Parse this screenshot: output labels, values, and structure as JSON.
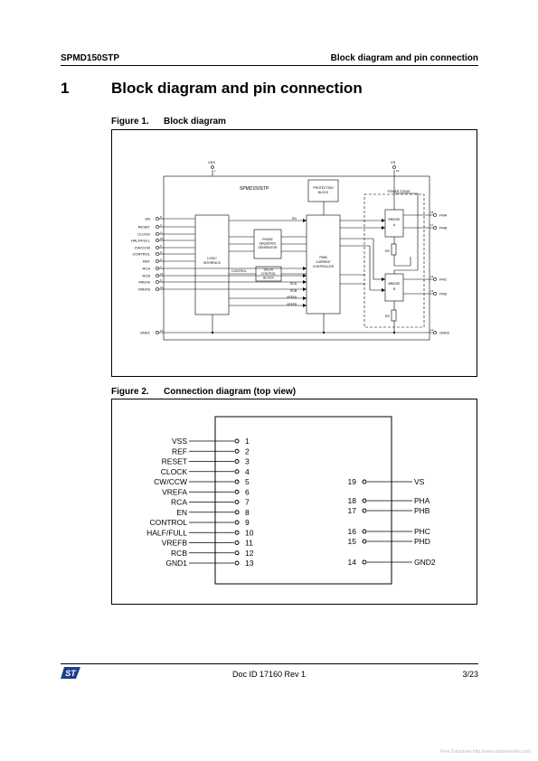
{
  "header": {
    "doc_name": "SPMD150STP",
    "section_title": "Block diagram and pin connection"
  },
  "section": {
    "number": "1",
    "title": "Block diagram and pin connection"
  },
  "figure1": {
    "number": "Figure 1.",
    "title": "Block diagram",
    "chip_label": "SPMD150STP",
    "vss_label": "VSS",
    "vss_pin": "1",
    "vs_label": "VS",
    "vs_pin": "19",
    "left_pins": [
      {
        "name": "EN",
        "num": "8"
      },
      {
        "name": "RESET",
        "num": "3"
      },
      {
        "name": "CLOCK",
        "num": "4"
      },
      {
        "name": "HALF/FULL",
        "num": "10"
      },
      {
        "name": "CW/CCW",
        "num": "5"
      },
      {
        "name": "CONTROL",
        "num": "9"
      },
      {
        "name": "REF",
        "num": "2"
      },
      {
        "name": "RCA",
        "num": "7"
      },
      {
        "name": "RCB",
        "num": "12"
      },
      {
        "name": "VREFA",
        "num": "6"
      },
      {
        "name": "VREFB",
        "num": "11"
      }
    ],
    "gnd1": {
      "name": "GND1",
      "num": "13"
    },
    "gnd2": {
      "name": "GND2",
      "num": "14"
    },
    "right_pins": [
      {
        "name": "PHA",
        "num": "18"
      },
      {
        "name": "PHB",
        "num": "17"
      },
      {
        "name": "PHC",
        "num": "16"
      },
      {
        "name": "PHD",
        "num": "15"
      }
    ],
    "blocks": {
      "logic": [
        "LOGIC",
        "INTERFACE"
      ],
      "phase": [
        "PHASE",
        "SEQUENCE",
        "GENERATOR"
      ],
      "delay": [
        "DELAY",
        "CONTROL",
        "BLOCK"
      ],
      "protection": [
        "PROTECTION",
        "BLOCK"
      ],
      "pwm": [
        "PWM",
        "CURRENT",
        "CONTROLLER"
      ],
      "power_stage": "POWER STAGE",
      "bridge_a": [
        "BRIDGE",
        "A"
      ],
      "bridge_b": [
        "BRIDGE",
        "B"
      ],
      "rs1": "RS",
      "rs2": "RS"
    },
    "signals": {
      "en": "EN",
      "control": "CONTROL",
      "rca": "RCA",
      "rcb": "RCB",
      "vrefa": "VREFA",
      "vrefb": "VREFB"
    }
  },
  "figure2": {
    "number": "Figure 2.",
    "title": "Connection diagram (top view)",
    "left_pins": [
      {
        "name": "VSS",
        "num": "1"
      },
      {
        "name": "REF",
        "num": "2"
      },
      {
        "name": "RESET",
        "num": "3"
      },
      {
        "name": "CLOCK",
        "num": "4"
      },
      {
        "name": "CW/CCW",
        "num": "5"
      },
      {
        "name": "VREFA",
        "num": "6"
      },
      {
        "name": "RCA",
        "num": "7"
      },
      {
        "name": "EN",
        "num": "8"
      },
      {
        "name": "CONTROL",
        "num": "9"
      },
      {
        "name": "HALF/FULL",
        "num": "10"
      },
      {
        "name": "VREFB",
        "num": "11"
      },
      {
        "name": "RCB",
        "num": "12"
      },
      {
        "name": "GND1",
        "num": "13"
      }
    ],
    "right_pins": [
      {
        "name": "VS",
        "num": "19"
      },
      {
        "name": "PHA",
        "num": "18"
      },
      {
        "name": "PHB",
        "num": "17"
      },
      {
        "name": "PHC",
        "num": "16"
      },
      {
        "name": "PHD",
        "num": "15"
      },
      {
        "name": "GND2",
        "num": "14"
      }
    ]
  },
  "footer": {
    "doc_id": "Doc ID 17160 Rev 1",
    "page": "3/23",
    "watermark": "Free Datasheet http://www.datasheet4u.com/"
  },
  "logo_text": "ST"
}
